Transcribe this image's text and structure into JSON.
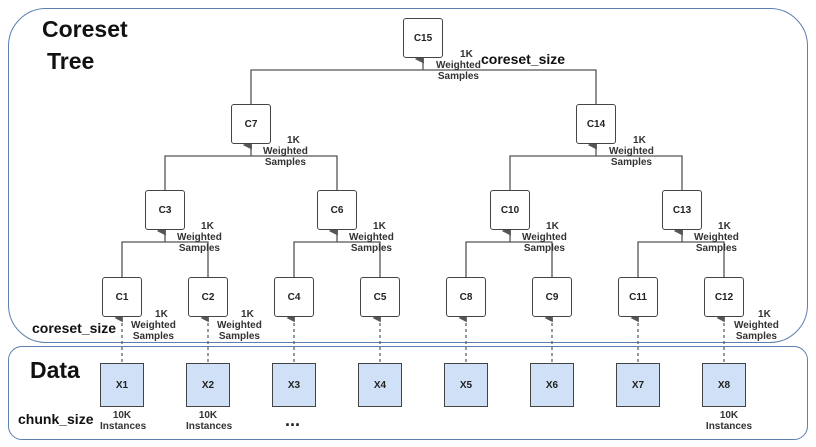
{
  "titles": {
    "tree_line1": "Coreset",
    "tree_line2": "Tree",
    "data": "Data"
  },
  "labels": {
    "coreset_size_top": "coreset_size",
    "coreset_size_side": "coreset_size",
    "chunk_size": "chunk_size"
  },
  "annotation": {
    "count": "1K",
    "line1": "Weighted",
    "line2": "Samples"
  },
  "instances": {
    "count": "10K",
    "label": "Instances"
  },
  "ellipsis": "...",
  "nodes": {
    "c15": "C15",
    "c7": "C7",
    "c14": "C14",
    "c3": "C3",
    "c6": "C6",
    "c10": "C10",
    "c13": "C13",
    "c1": "C1",
    "c2": "C2",
    "c4": "C4",
    "c5": "C5",
    "c8": "C8",
    "c9": "C9",
    "c11": "C11",
    "c12": "C12"
  },
  "leaves": {
    "x1": "X1",
    "x2": "X2",
    "x3": "X3",
    "x4": "X4",
    "x5": "X5",
    "x6": "X6",
    "x7": "X7",
    "x8": "X8"
  },
  "colors": {
    "region_border": "#5b7fae",
    "leaf_fill": "#cfe0f7",
    "line": "#555555"
  }
}
